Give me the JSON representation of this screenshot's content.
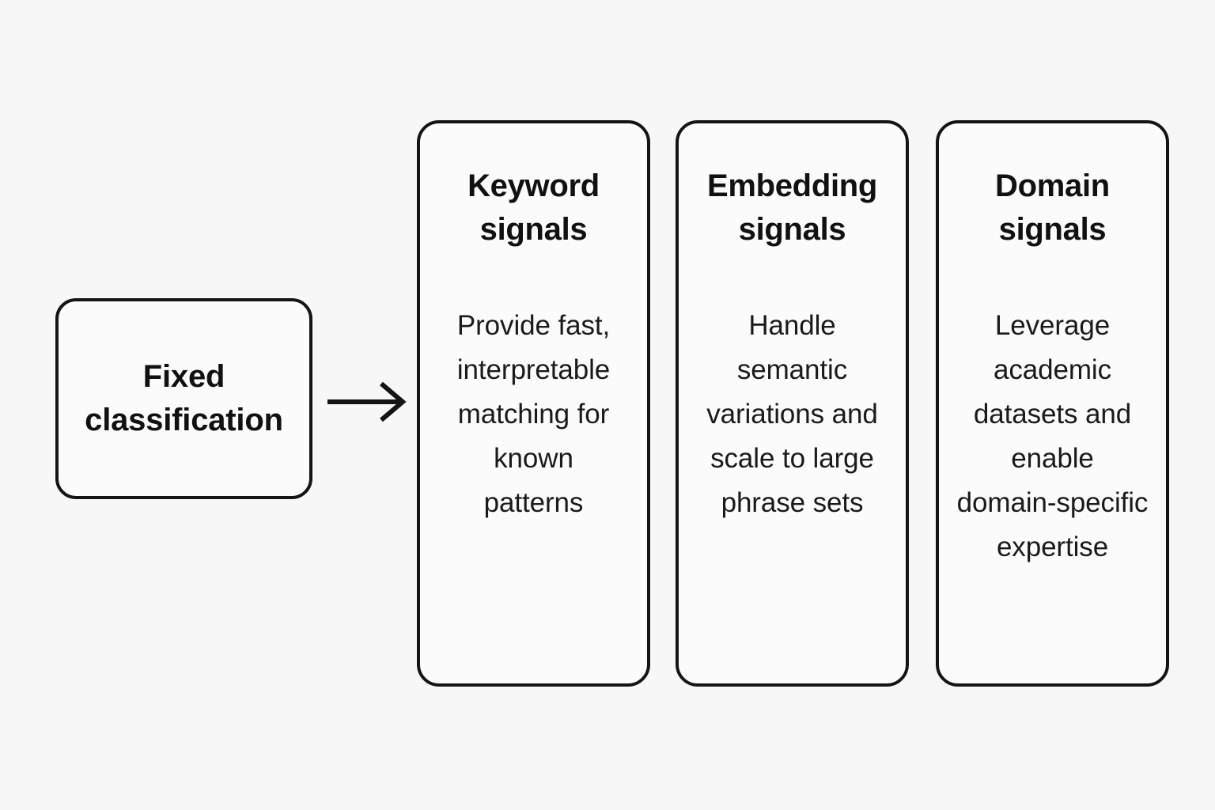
{
  "diagram": {
    "background_color": "#f7f7f7",
    "stroke_color": "#141414",
    "text_color": "#111111",
    "source": {
      "label": "Fixed\nclassification"
    },
    "connector": {
      "icon": "arrow-right-icon"
    },
    "cards": [
      {
        "title": "Keyword\nsignals",
        "body": "Provide fast,\ninterpretable\nmatching for\nknown\npatterns"
      },
      {
        "title": "Embedding\nsignals",
        "body": "Handle\nsemantic\nvariations and\nscale to large\nphrase sets"
      },
      {
        "title": "Domain\nsignals",
        "body": "Leverage\nacademic\ndatasets and\nenable\ndomain-specific\nexpertise"
      }
    ]
  }
}
